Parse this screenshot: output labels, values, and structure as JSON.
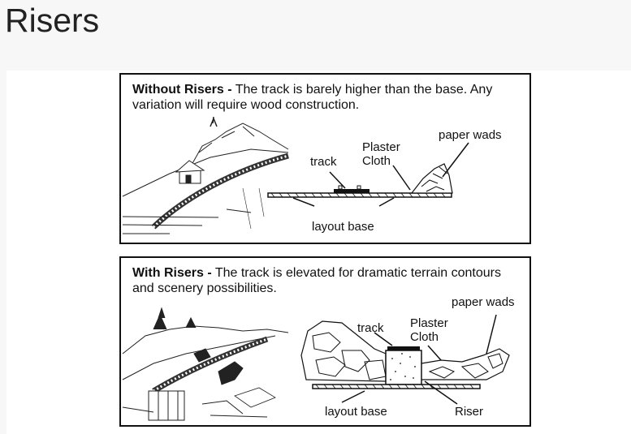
{
  "page": {
    "title": "Risers"
  },
  "panels": [
    {
      "heading": "Without Risers -",
      "text": " The track is barely higher than the base. Any variation will require wood construction.",
      "labels": {
        "track": "track",
        "plaster_cloth": "Plaster Cloth",
        "paper_wads": "paper wads",
        "layout_base": "layout base"
      }
    },
    {
      "heading": "With Risers -",
      "text": " The track is elevated for dramatic terrain contours and scenery possibilities.",
      "labels": {
        "track": "track",
        "plaster_cloth": "Plaster Cloth",
        "paper_wads": "paper wads",
        "layout_base": "layout base",
        "riser": "Riser"
      }
    }
  ]
}
